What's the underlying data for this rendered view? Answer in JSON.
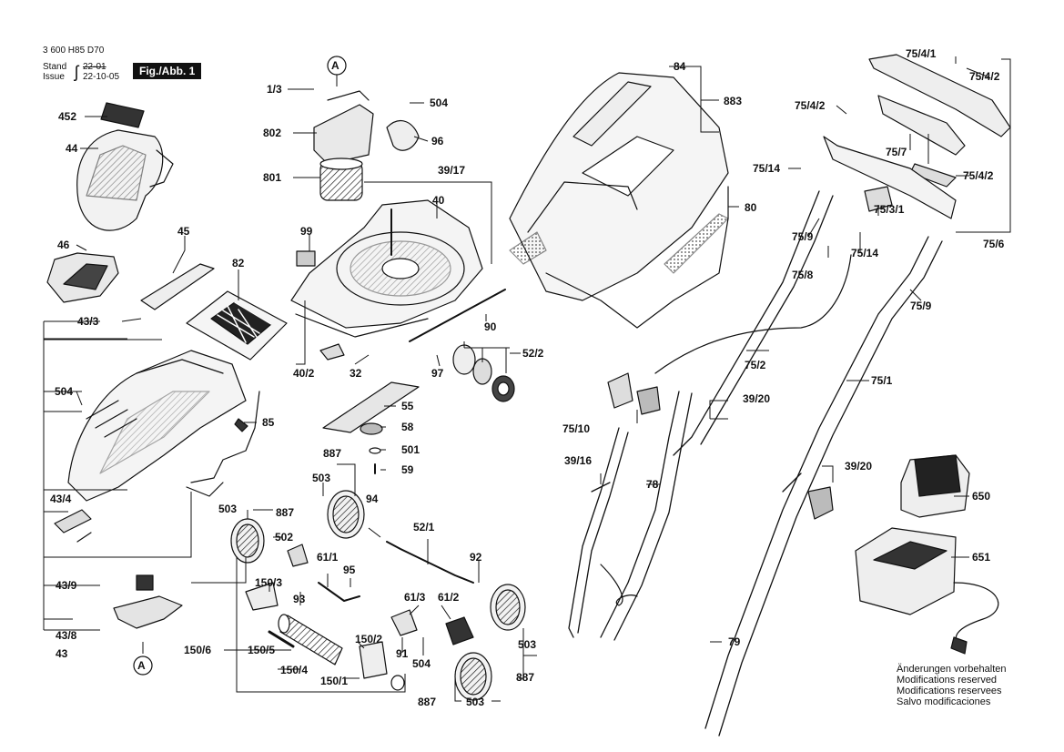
{
  "header": {
    "doc_number": "3 600 H85 D70",
    "stand_label": "Stand",
    "stand_value": "22-01",
    "issue_label": "Issue",
    "issue_value": "22-10-05",
    "figure_label": "Fig./Abb. 1"
  },
  "callouts": {
    "A": "A",
    "c1_3": "1/3",
    "c504": "504",
    "c802": "802",
    "c96": "96",
    "c801": "801",
    "c39_17": "39/17",
    "c40": "40",
    "c99": "99",
    "c452": "452",
    "c44": "44",
    "c45": "45",
    "c82": "82",
    "c46": "46",
    "c43_3": "43/3",
    "c90": "90",
    "c40_2": "40/2",
    "c32": "32",
    "c97": "97",
    "c52_2": "52/2",
    "c55": "55",
    "c58": "58",
    "c501": "501",
    "c59": "59",
    "c85": "85",
    "c43_4": "43/4",
    "c887": "887",
    "c503": "503",
    "c94": "94",
    "c502": "502",
    "c52_1": "52/1",
    "c61_1": "61/1",
    "c95": "95",
    "c92": "92",
    "c150_3": "150/3",
    "c93": "93",
    "c61_3": "61/3",
    "c61_2": "61/2",
    "c43_9": "43/9",
    "c43_8": "43/8",
    "c43": "43",
    "c150_6": "150/6",
    "c150_5": "150/5",
    "c150_4": "150/4",
    "c150_2": "150/2",
    "c150_1": "150/1",
    "c91": "91",
    "c84": "84",
    "c883": "883",
    "c80": "80",
    "c75_4_1": "75/4/1",
    "c75_4_2": "75/4/2",
    "c75_7": "75/7",
    "c75_14": "75/14",
    "c75_3_1": "75/3/1",
    "c75_6": "75/6",
    "c75_9": "75/9",
    "c75_8": "75/8",
    "c75_2": "75/2",
    "c75_1": "75/1",
    "c39_20": "39/20",
    "c75_10": "75/10",
    "c39_16": "39/16",
    "c78": "78",
    "c79": "79",
    "c650": "650",
    "c651": "651"
  },
  "footer": {
    "line1": "Änderungen vorbehalten",
    "line2": "Modifications reserved",
    "line3": "Modifications reservees",
    "line4": "Salvo modificaciones"
  }
}
